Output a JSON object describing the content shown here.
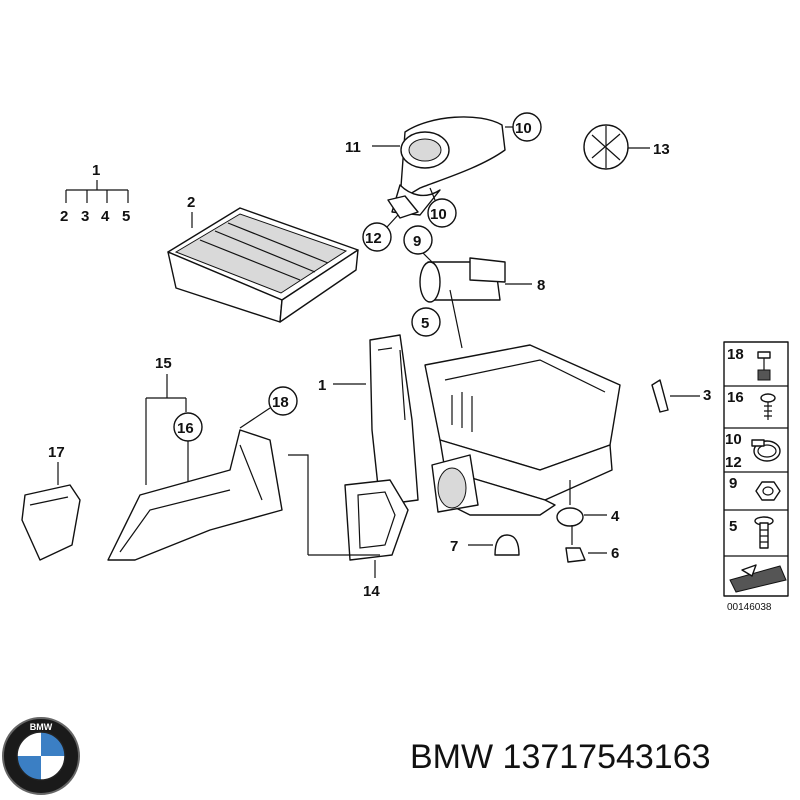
{
  "callouts": {
    "c1_top": "1",
    "c2_top": "2",
    "c3_top": "3",
    "c4_top": "4",
    "c5_top": "5",
    "c2": "2",
    "c11": "11",
    "c10a": "10",
    "c13": "13",
    "c10b": "10",
    "c12": "12",
    "c9": "9",
    "c8": "8",
    "c5": "5",
    "c15": "15",
    "c1": "1",
    "c18": "18",
    "c16": "16",
    "c3": "3",
    "c17": "17",
    "c4": "4",
    "c7": "7",
    "c6": "6",
    "c14": "14"
  },
  "legend": {
    "rows": [
      {
        "label": "18",
        "icon": "screw-grommet-icon"
      },
      {
        "label": "16",
        "icon": "screw-icon"
      },
      {
        "label": "10",
        "label2": "12",
        "icon": "hose-clamp-icon"
      },
      {
        "label": "9",
        "icon": "nut-icon"
      },
      {
        "label": "5",
        "icon": "bolt-icon"
      },
      {
        "label": "",
        "icon": "arrow-plate-icon"
      }
    ],
    "code": "00146038"
  },
  "logo": {
    "brand": "BMW"
  },
  "caption": "BMW 13717543163"
}
